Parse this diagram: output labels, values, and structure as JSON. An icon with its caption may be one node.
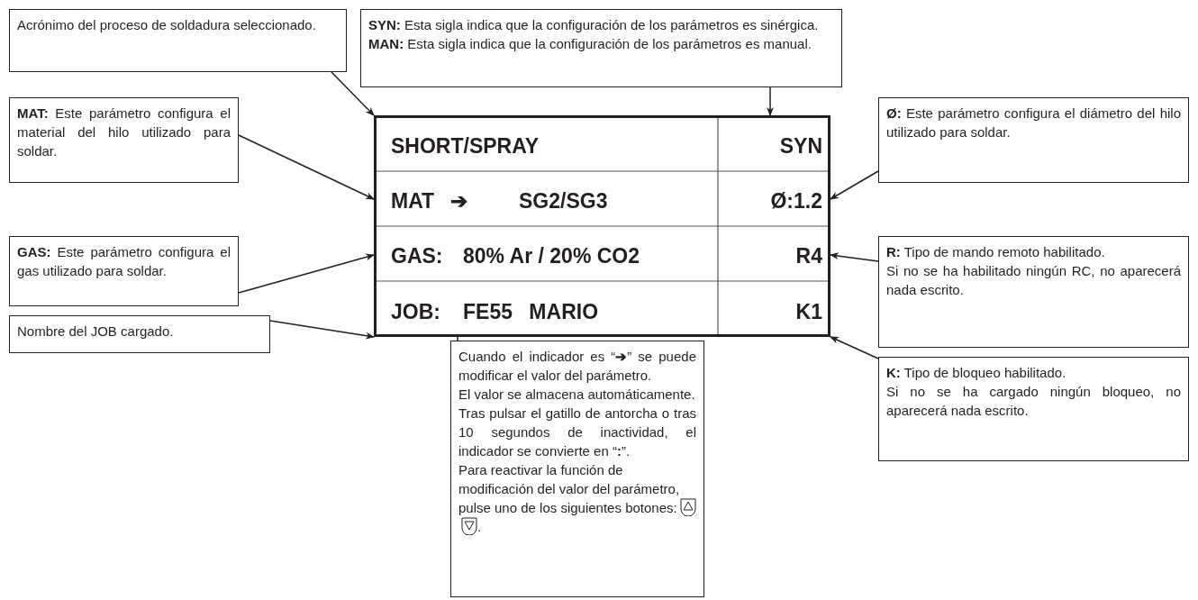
{
  "diagram": {
    "nodes": [
      {
        "text": [
          "Acrónimo del proceso de soldadura seleccionado."
        ]
      },
      {
        "text": [
          "**SYN:** Esta sigla indica que la configuración de los parámetros es sinérgica.",
          "**MAN:** Esta sigla indica que la configuración de los parámetros es manual."
        ]
      },
      {
        "text": [],
        "shape": "box"
      },
      {
        "text": [
          "SHORT/SPRAY"
        ],
        "in": 2
      },
      {
        "text": [
          "SYN"
        ],
        "in": 2
      },
      {
        "text": [
          "MAT"
        ],
        "in": 2
      },
      {
        "text": [
          "➔"
        ],
        "in": 2
      },
      {
        "text": [
          "SG2/SG3"
        ],
        "in": 2
      },
      {
        "text": [
          "Ø:1.2"
        ],
        "in": 2
      },
      {
        "text": [
          "GAS:"
        ],
        "in": 2
      },
      {
        "text": [
          "80% Ar / 20% CO2"
        ],
        "in": 2
      },
      {
        "text": [
          "R4"
        ],
        "in": 2
      },
      {
        "text": [
          "JOB:"
        ],
        "in": 2
      },
      {
        "text": [
          "FE55 MARIO"
        ],
        "in": 2
      },
      {
        "text": [
          "K1"
        ],
        "in": 2
      },
      {
        "text": [
          "**MAT:** Este parámetro configura el material del hilo utilizado para soldar."
        ]
      },
      {
        "text": [
          "**GAS:** Este parámetro configura el gas utilizado para soldar."
        ]
      },
      {
        "text": [
          "Nombre del JOB cargado."
        ]
      },
      {
        "text": [
          "**Ø:** Este parámetro configura el diámetro del hilo utilizado para soldar."
        ]
      },
      {
        "text": [
          "**R:** Tipo de mando remoto habilitado.",
          "Si no se ha habilitado ningún RC, no aparecerá nada escrito."
        ]
      },
      {
        "text": [
          "**K:** Tipo de bloqueo habilitado.",
          "Si no se ha cargado ningún bloqueo, no aparecerá nada escrito."
        ]
      },
      {
        "text": [
          "Cuando el indicador es “**➔**” se puede modificar el valor del parámetro.",
          "El valor se almacena automáticamente.",
          "Tras pulsar el gatillo de antorcha o tras 10 segundos de inactividad, el indicador se convierte en “**:**”.",
          "Para reactivar la función de modificación del valor del parámetro, pulse uno de los siguientes botones:",
          "."
        ]
      }
    ],
    "edges": [
      {
        "from": 0,
        "to": 3,
        "arrow": "to"
      },
      {
        "from": 1,
        "to": 4,
        "arrow": "to"
      },
      {
        "from": 15,
        "to": 5,
        "arrow": "to"
      },
      {
        "from": 16,
        "to": 9,
        "arrow": "to"
      },
      {
        "from": 17,
        "to": 12,
        "arrow": "to"
      },
      {
        "from": 18,
        "to": 8,
        "arrow": "to"
      },
      {
        "from": 19,
        "to": 11,
        "arrow": "to"
      },
      {
        "from": 20,
        "to": 14,
        "arrow": "to"
      },
      {
        "from": 21,
        "to": 6,
        "arrow": "to"
      }
    ]
  }
}
